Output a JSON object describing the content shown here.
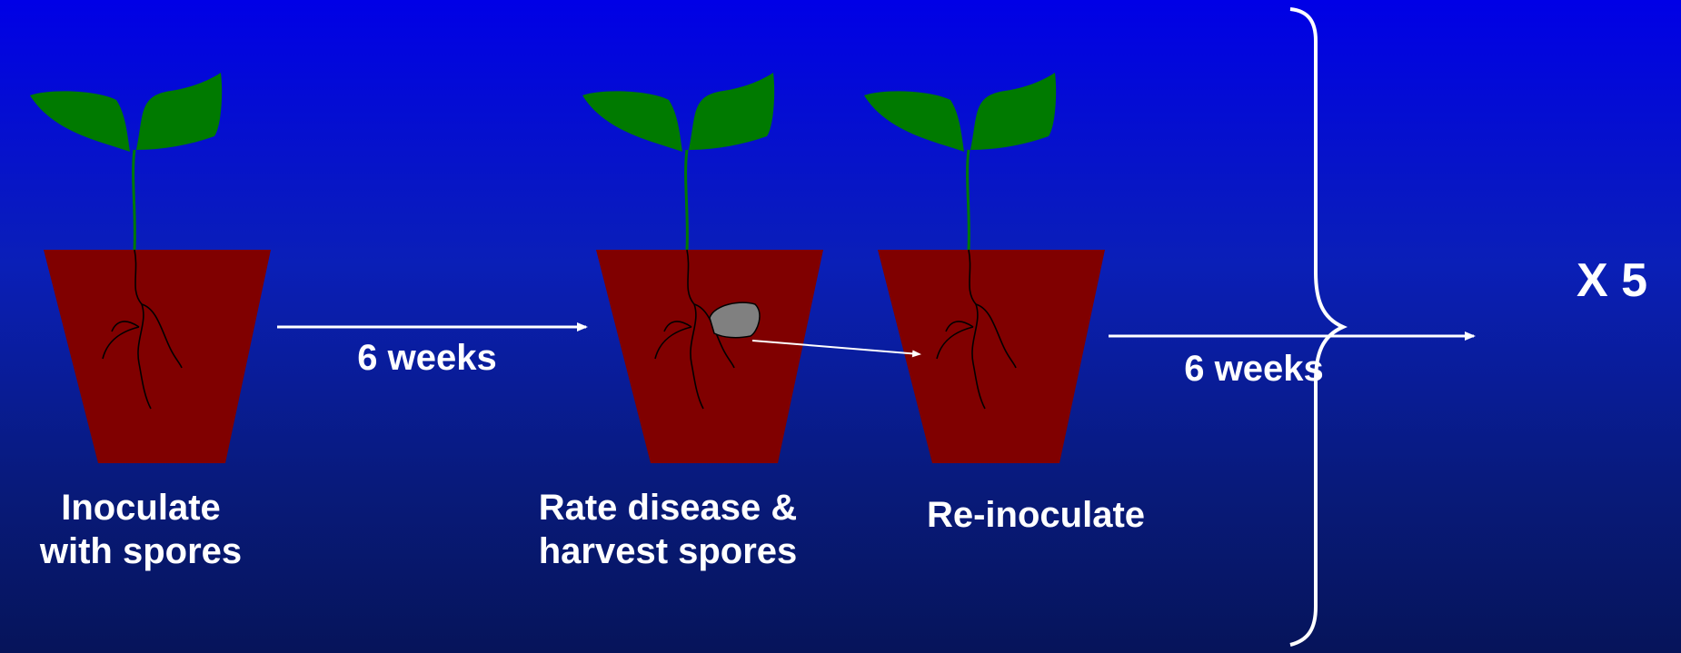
{
  "steps": [
    {
      "label_line1": "Inoculate",
      "label_line2": "with spores"
    },
    {
      "label_line1": "Rate disease &",
      "label_line2": "harvest spores"
    },
    {
      "label_line1": "Re-inoculate",
      "label_line2": ""
    }
  ],
  "arrows": [
    {
      "label": "6 weeks"
    },
    {
      "label": "6 weeks"
    }
  ],
  "repeat_label": "X 5",
  "colors": {
    "background_top": "#0000e6",
    "background_bottom": "#06145a",
    "leaf": "#007a00",
    "pot": "#800000",
    "spore_lump": "#808080",
    "text": "#ffffff"
  }
}
